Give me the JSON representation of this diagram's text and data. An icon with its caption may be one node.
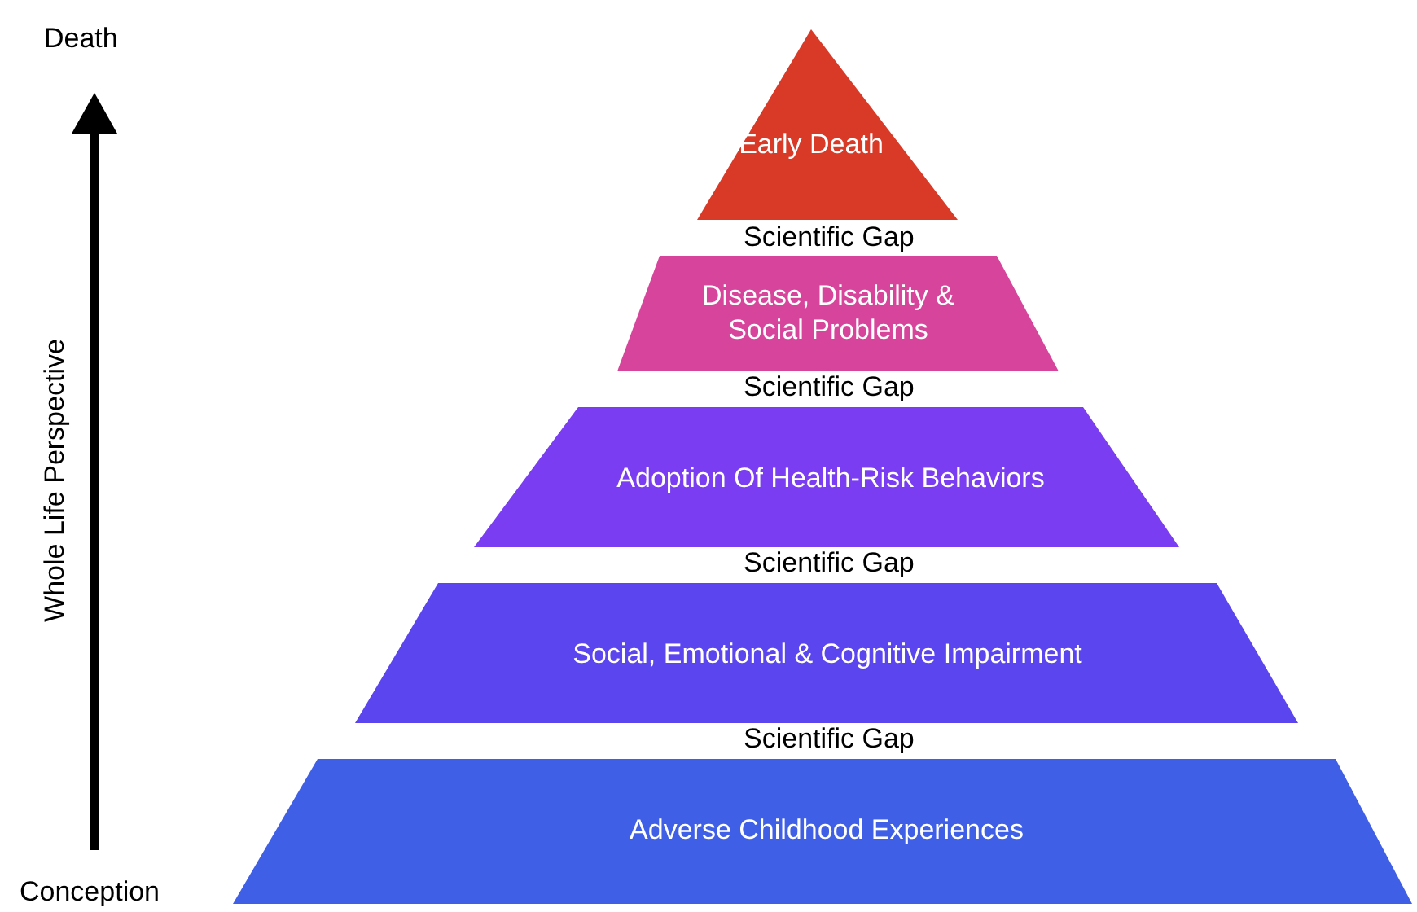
{
  "diagram": {
    "nodes": [
      {
        "text": [
          "Early Death"
        ]
      },
      {
        "text": [
          "Disease, Disability & Social Problems"
        ]
      },
      {
        "text": [
          "Adoption Of Health-Risk Behaviors"
        ]
      },
      {
        "text": [
          "Social, Emotional & Cognitive Impairment"
        ]
      },
      {
        "text": [
          "Adverse Childhood Experiences"
        ]
      }
    ],
    "edges": [],
    "labels": [
      "Death",
      "Scientific Gap",
      "Scientific Gap",
      "Scientific Gap",
      "Whole Life Perspective",
      "Scientific Gap",
      "Conception"
    ]
  }
}
